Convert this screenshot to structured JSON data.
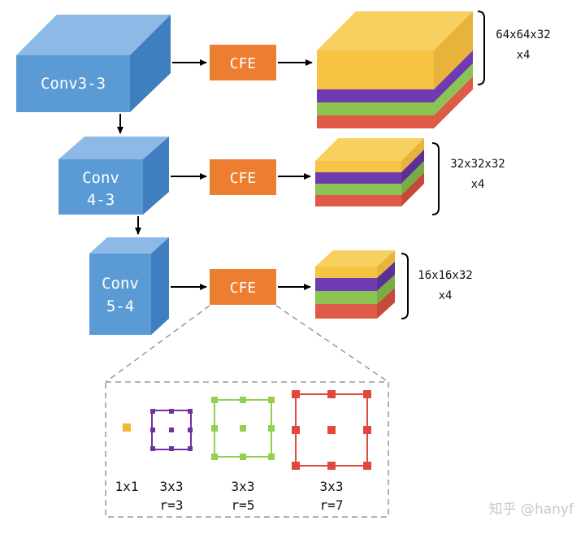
{
  "blocks": [
    {
      "label_lines": [
        "Conv3-3"
      ],
      "cfe_label": "CFE",
      "output_dims": "64x64x32",
      "output_count": "x4"
    },
    {
      "label_lines": [
        "Conv",
        "4-3"
      ],
      "cfe_label": "CFE",
      "output_dims": "32x32x32",
      "output_count": "x4"
    },
    {
      "label_lines": [
        "Conv",
        "5-4"
      ],
      "cfe_label": "CFE",
      "output_dims": "16x16x32",
      "output_count": "x4"
    }
  ],
  "kernels": [
    {
      "label": "1x1",
      "rate": ""
    },
    {
      "label": "3x3",
      "rate": "r=3"
    },
    {
      "label": "3x3",
      "rate": "r=5"
    },
    {
      "label": "3x3",
      "rate": "r=7"
    }
  ],
  "watermark": "知乎 @hanyf",
  "colors": {
    "conv_front": "#5b9bd5",
    "conv_top": "#8db9e6",
    "conv_side": "#3f7fc0",
    "cfe": "#ed7d31",
    "layer_yellow": "#f6c343",
    "layer_purple": "#6f3bb0",
    "layer_green": "#8cc453",
    "layer_red": "#df5a48",
    "kernel_1x1": "#f2b632",
    "kernel_r3": "#7030a0",
    "kernel_r5": "#92d050",
    "kernel_r7": "#e0483c"
  }
}
